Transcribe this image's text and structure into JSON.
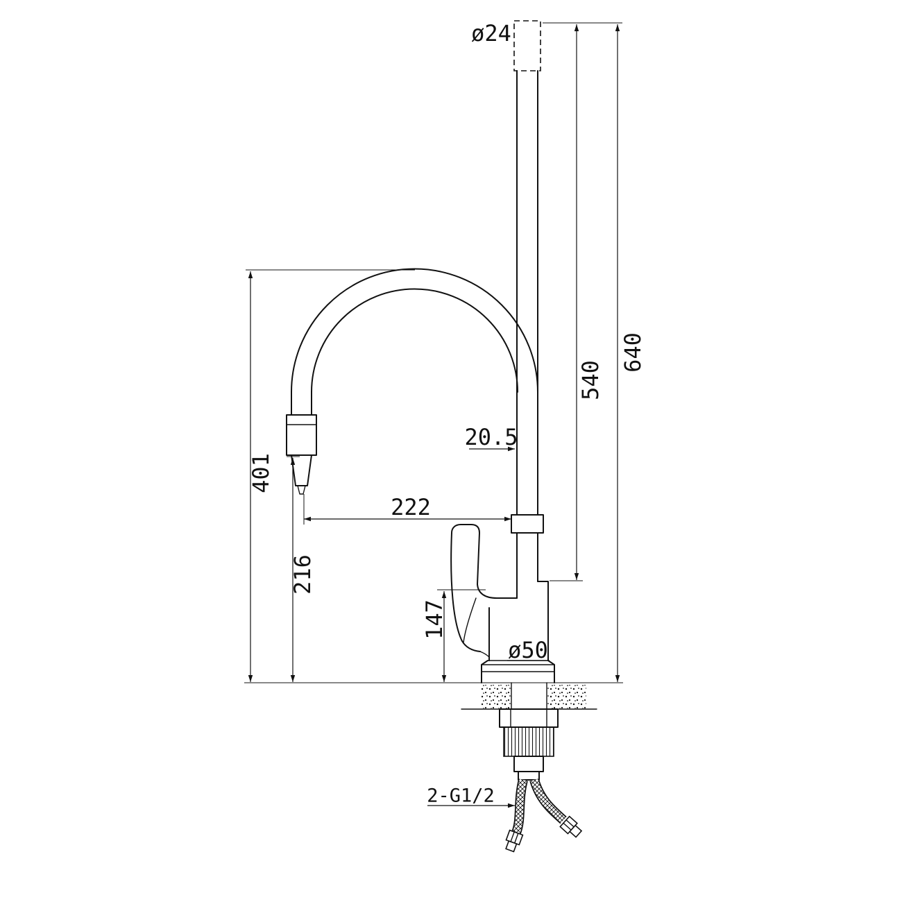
{
  "drawing": {
    "colors": {
      "line": "#111111",
      "background": "#ffffff"
    },
    "labels": {
      "head_diameter": "ø24",
      "overall_height": "640",
      "spout_height": "540",
      "arc_height": "401",
      "spray_drop_height": "216",
      "pipe_diameter": "20.5",
      "reach": "222",
      "body_height": "147",
      "base_diameter": "ø50",
      "hose_thread": "2-G1/2"
    }
  }
}
